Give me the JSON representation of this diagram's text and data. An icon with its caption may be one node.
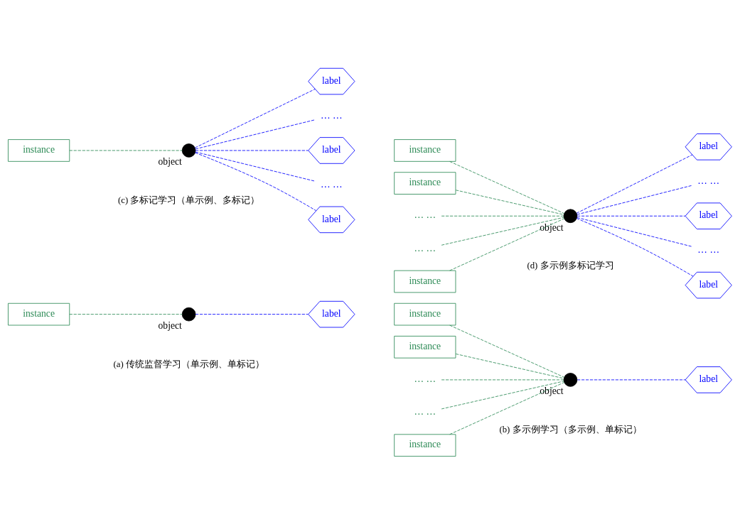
{
  "diagram": {
    "nodes": [
      {
        "text": [
          "instance"
        ]
      },
      {
        "text": [],
        "shape": "circle",
        "beside": [
          "object"
        ]
      },
      {
        "text": [
          "label"
        ]
      },
      {
        "text": [
          "instance"
        ]
      },
      {
        "text": [
          "… …"
        ]
      },
      {
        "text": [
          "instance"
        ]
      },
      {
        "text": [
          "… …"
        ]
      },
      {
        "text": [
          "instance"
        ]
      },
      {
        "text": [],
        "shape": "circle",
        "beside": [
          "object"
        ]
      },
      {
        "text": [
          "label"
        ]
      },
      {
        "text": [
          "instance"
        ]
      },
      {
        "text": [],
        "shape": "circle",
        "beside": [
          "object"
        ]
      },
      {
        "text": [
          "label"
        ]
      },
      {
        "text": [
          "… …"
        ]
      },
      {
        "text": [
          "label"
        ]
      },
      {
        "text": [
          "… …"
        ]
      },
      {
        "text": [
          "label"
        ]
      },
      {
        "text": [
          "instance"
        ]
      },
      {
        "text": [
          "… …"
        ]
      },
      {
        "text": [
          "instance"
        ]
      },
      {
        "text": [
          "… …"
        ]
      },
      {
        "text": [
          "instance"
        ]
      },
      {
        "text": [],
        "shape": "circle",
        "beside": [
          "object"
        ]
      },
      {
        "text": [
          "label"
        ]
      },
      {
        "text": [
          "… …"
        ]
      },
      {
        "text": [
          "label"
        ]
      },
      {
        "text": [
          "… …"
        ]
      },
      {
        "text": [
          "label"
        ]
      }
    ],
    "edges": [
      {
        "from": 0,
        "to": 1,
        "arrow": "none",
        "style": "dashed",
        "color": "#2e8b57"
      },
      {
        "from": 1,
        "to": 2,
        "arrow": "none",
        "style": "dashed",
        "color": "#0000ff"
      },
      {
        "from": 3,
        "to": 8,
        "arrow": "none",
        "style": "dashed",
        "color": "#2e8b57"
      },
      {
        "from": 4,
        "to": 8,
        "arrow": "none",
        "style": "dashed",
        "color": "#2e8b57"
      },
      {
        "from": 5,
        "to": 8,
        "arrow": "none",
        "style": "dashed",
        "color": "#2e8b57"
      },
      {
        "from": 6,
        "to": 8,
        "arrow": "none",
        "style": "dashed",
        "color": "#2e8b57"
      },
      {
        "from": 7,
        "to": 8,
        "arrow": "none",
        "style": "dashed",
        "color": "#2e8b57"
      },
      {
        "from": 8,
        "to": 9,
        "arrow": "none",
        "style": "dashed",
        "color": "#0000ff"
      },
      {
        "from": 10,
        "to": 11,
        "arrow": "none",
        "style": "dashed",
        "color": "#2e8b57"
      },
      {
        "from": 11,
        "to": 12,
        "arrow": "none",
        "style": "dashed",
        "color": "#0000ff"
      },
      {
        "from": 11,
        "to": 13,
        "arrow": "none",
        "style": "dashed",
        "color": "#0000ff"
      },
      {
        "from": 11,
        "to": 14,
        "arrow": "none",
        "style": "dashed",
        "color": "#0000ff"
      },
      {
        "from": 11,
        "to": 15,
        "arrow": "none",
        "style": "dashed",
        "color": "#0000ff"
      },
      {
        "from": 11,
        "to": 16,
        "arrow": "none",
        "style": "dashed",
        "color": "#0000ff"
      },
      {
        "from": 17,
        "to": 22,
        "arrow": "none",
        "style": "dashed",
        "color": "#2e8b57"
      },
      {
        "from": 18,
        "to": 22,
        "arrow": "none",
        "style": "dashed",
        "color": "#2e8b57"
      },
      {
        "from": 19,
        "to": 22,
        "arrow": "none",
        "style": "dashed",
        "color": "#2e8b57"
      },
      {
        "from": 20,
        "to": 22,
        "arrow": "none",
        "style": "dashed",
        "color": "#2e8b57"
      },
      {
        "from": 21,
        "to": 22,
        "arrow": "none",
        "style": "dashed",
        "color": "#2e8b57"
      },
      {
        "from": 22,
        "to": 23,
        "arrow": "none",
        "style": "dashed",
        "color": "#0000ff"
      },
      {
        "from": 22,
        "to": 24,
        "arrow": "none",
        "style": "dashed",
        "color": "#0000ff"
      },
      {
        "from": 22,
        "to": 25,
        "arrow": "none",
        "style": "dashed",
        "color": "#0000ff"
      },
      {
        "from": 22,
        "to": 26,
        "arrow": "none",
        "style": "dashed",
        "color": "#0000ff"
      },
      {
        "from": 22,
        "to": 27,
        "arrow": "none",
        "style": "dashed",
        "color": "#0000ff"
      }
    ],
    "labels": [
      "(a) 传统监督学习（单示例、单标记）",
      "(b) 多示例学习（多示例、单标记）",
      "(c) 多标记学习（单示例、多标记）",
      "(d) 多示例多标记学习"
    ]
  }
}
